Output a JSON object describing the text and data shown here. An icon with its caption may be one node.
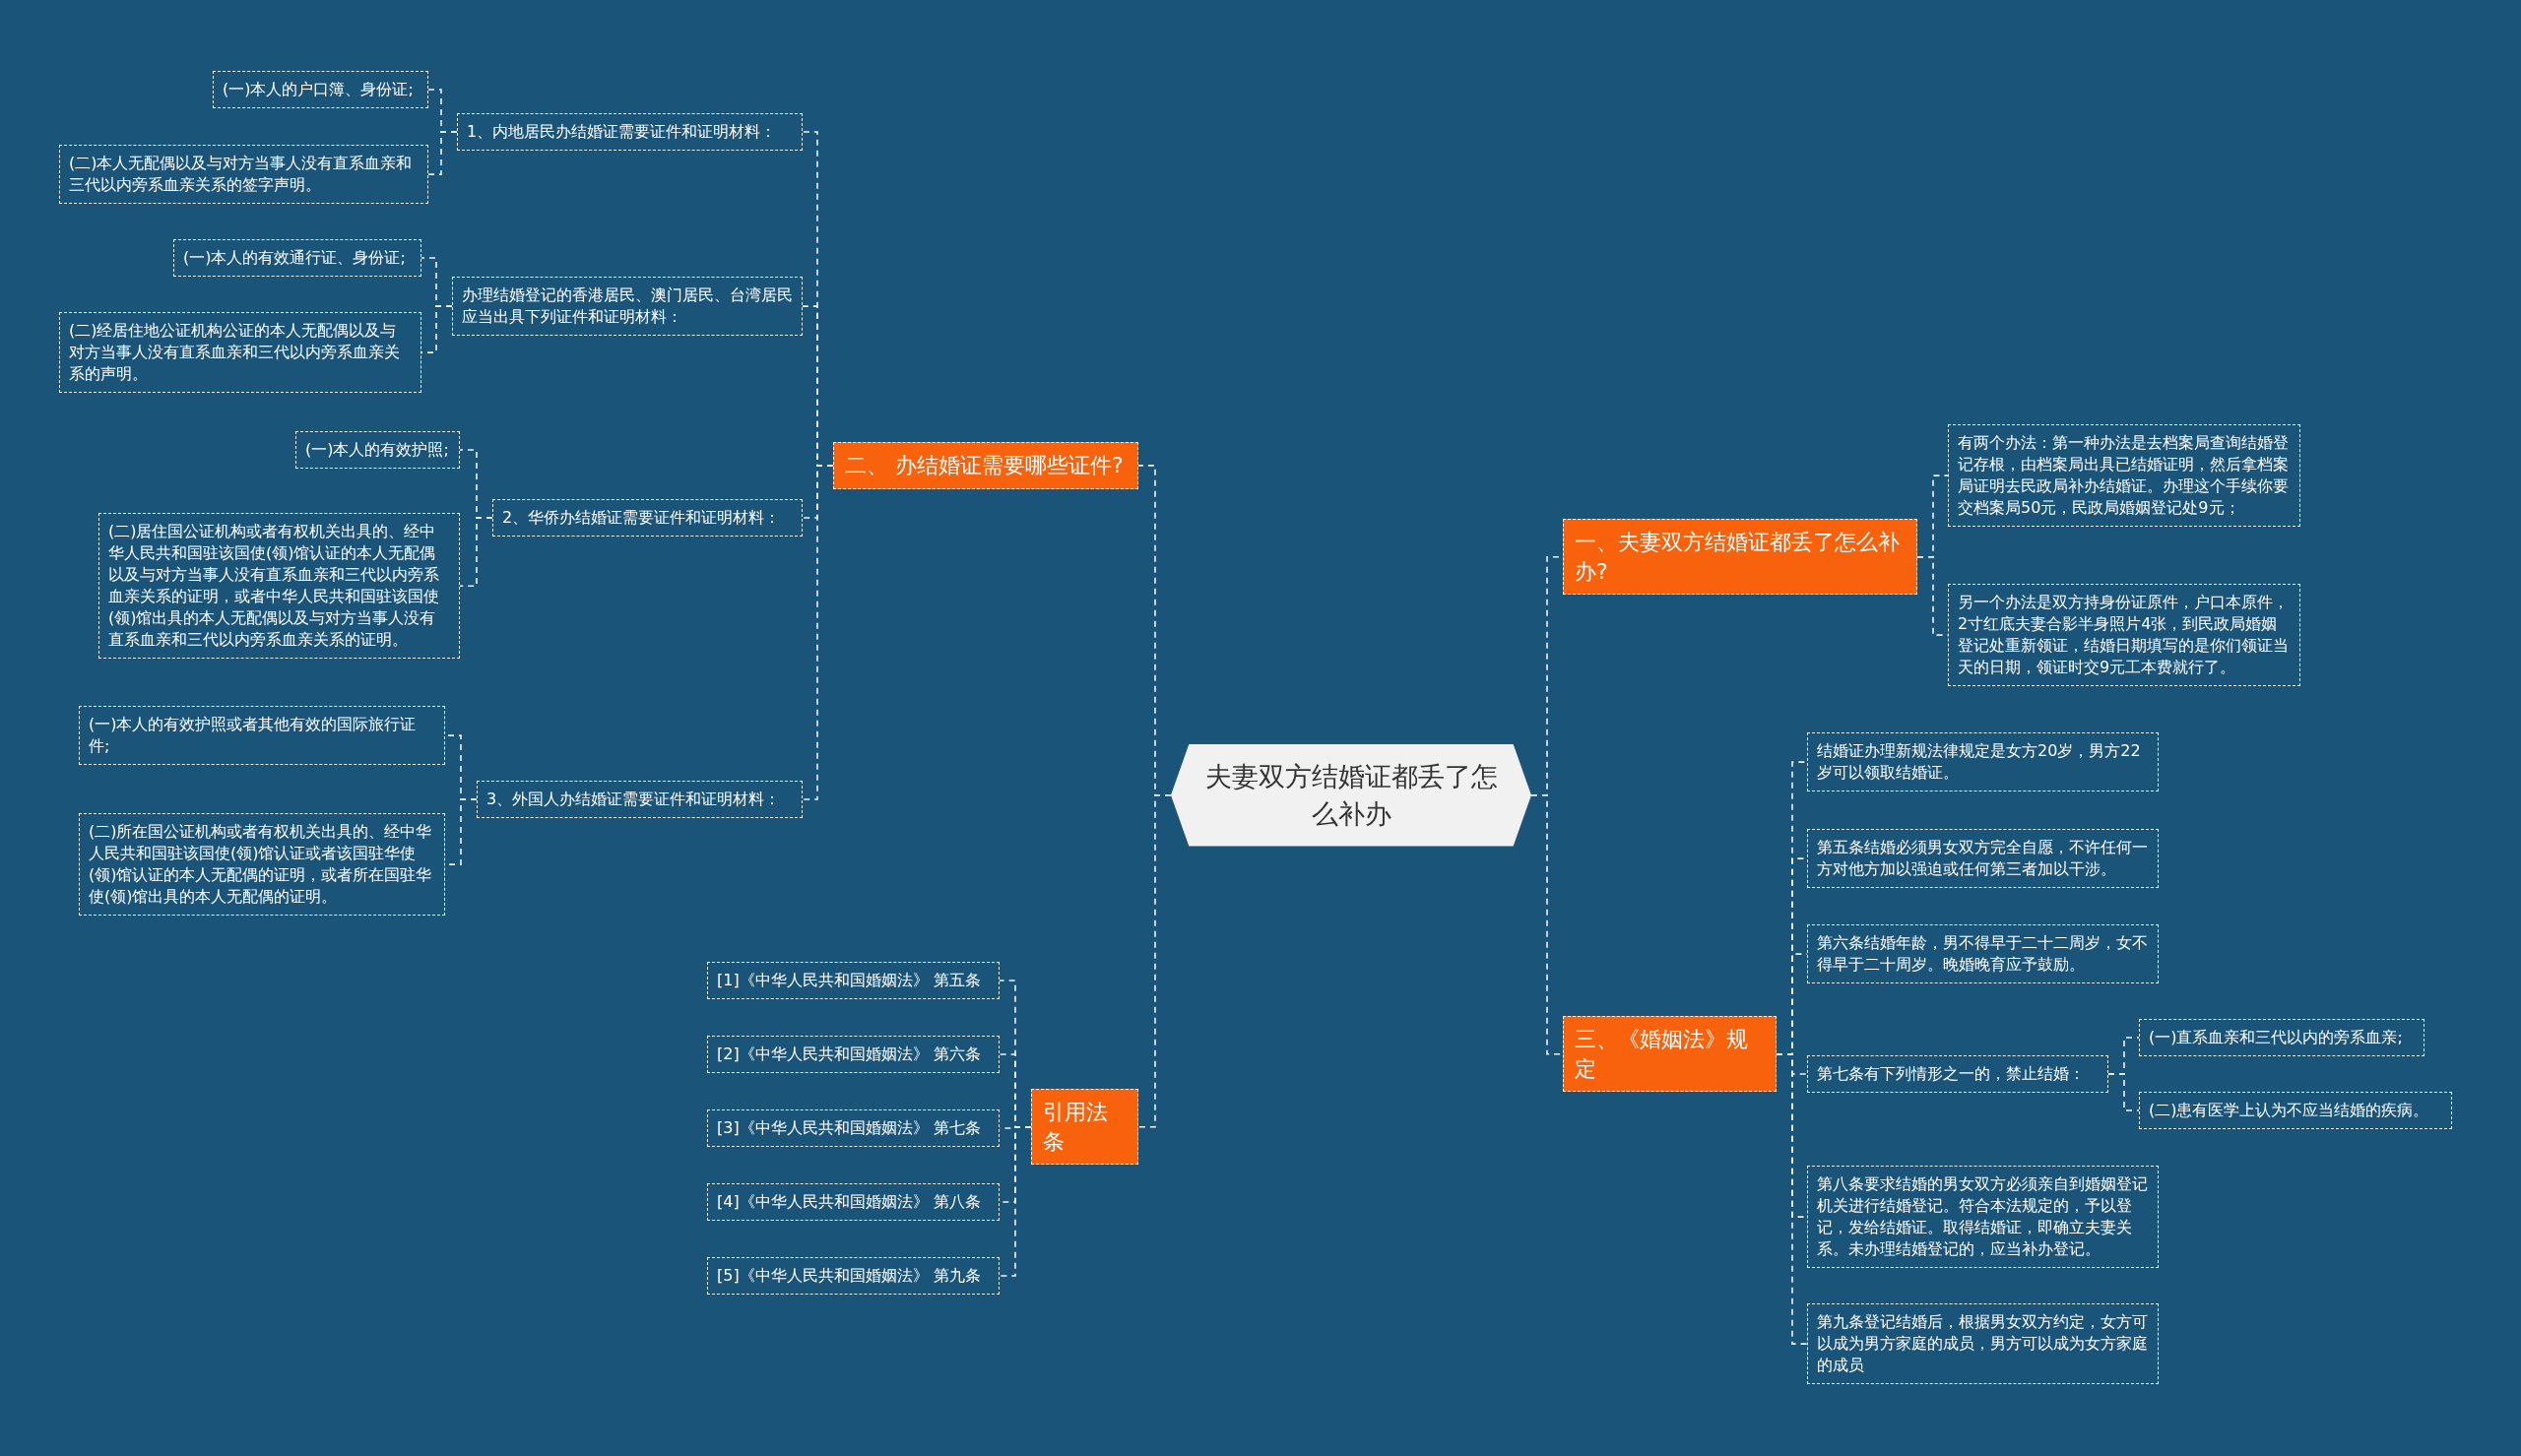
{
  "diagram": {
    "nodes": [
      {
        "text": [
          "夫妻双方结婚证都丢了怎么补办"
        ]
      },
      {
        "text": [
          "一、夫妻双方结婚证都丢了怎么补办?"
        ]
      },
      {
        "text": [
          "有两个办法：第一种办法是去档案局查询结婚登记存根，由档案局出具已结婚证明，然后拿档案局证明去民政局补办结婚证。办理这个手续你要交档案局50元，民政局婚姻登记处9元；"
        ]
      },
      {
        "text": [
          "另一个办法是双方持身份证原件，户口本原件，2寸红底夫妻合影半身照片4张，到民政局婚姻登记处重新领证，结婚日期填写的是你们领证当天的日期，领证时交9元工本费就行了。"
        ]
      },
      {
        "text": [
          "三、《婚姻法》规定"
        ]
      },
      {
        "text": [
          "结婚证办理新规法律规定是女方20岁，男方22岁可以领取结婚证。"
        ]
      },
      {
        "text": [
          "第五条结婚必须男女双方完全自愿，不许任何一方对他方加以强迫或任何第三者加以干涉。"
        ]
      },
      {
        "text": [
          "第六条结婚年龄，男不得早于二十二周岁，女不得早于二十周岁。晚婚晚育应予鼓励。"
        ]
      },
      {
        "text": [
          "第七条有下列情形之一的，禁止结婚："
        ]
      },
      {
        "text": [
          "(一)直系血亲和三代以内的旁系血亲;"
        ]
      },
      {
        "text": [
          "(二)患有医学上认为不应当结婚的疾病。"
        ]
      },
      {
        "text": [
          "第八条要求结婚的男女双方必须亲自到婚姻登记机关进行结婚登记。符合本法规定的，予以登记，发给结婚证。取得结婚证，即确立夫妻关系。未办理结婚登记的，应当补办登记。"
        ]
      },
      {
        "text": [
          "第九条登记结婚后，根据男女双方约定，女方可以成为男方家庭的成员，男方可以成为女方家庭的成员"
        ]
      },
      {
        "text": [
          "二、 办结婚证需要哪些证件?"
        ]
      },
      {
        "text": [
          "1、内地居民办结婚证需要证件和证明材料："
        ]
      },
      {
        "text": [
          "(一)本人的户口簿、身份证;"
        ]
      },
      {
        "text": [
          "(二)本人无配偶以及与对方当事人没有直系血亲和三代以内旁系血亲关系的签字声明。"
        ]
      },
      {
        "text": [
          "办理结婚登记的香港居民、澳门居民、台湾居民应当出具下列证件和证明材料："
        ]
      },
      {
        "text": [
          "(一)本人的有效通行证、身份证;"
        ]
      },
      {
        "text": [
          "(二)经居住地公证机构公证的本人无配偶以及与对方当事人没有直系血亲和三代以内旁系血亲关系的声明。"
        ]
      },
      {
        "text": [
          "2、华侨办结婚证需要证件和证明材料："
        ]
      },
      {
        "text": [
          "(一)本人的有效护照;"
        ]
      },
      {
        "text": [
          "(二)居住国公证机构或者有权机关出具的、经中华人民共和国驻该国使(领)馆认证的本人无配偶以及与对方当事人没有直系血亲和三代以内旁系血亲关系的证明，或者中华人民共和国驻该国使(领)馆出具的本人无配偶以及与对方当事人没有直系血亲和三代以内旁系血亲关系的证明。"
        ]
      },
      {
        "text": [
          "3、外国人办结婚证需要证件和证明材料："
        ]
      },
      {
        "text": [
          "(一)本人的有效护照或者其他有效的国际旅行证件;"
        ]
      },
      {
        "text": [
          "(二)所在国公证机构或者有权机关出具的、经中华人民共和国驻该国使(领)馆认证或者该国驻华使(领)馆认证的本人无配偶的证明，或者所在国驻华使(领)馆出具的本人无配偶的证明。"
        ]
      },
      {
        "text": [
          "引用法条"
        ]
      },
      {
        "text": [
          "[1]《中华人民共和国婚姻法》 第五条"
        ]
      },
      {
        "text": [
          "[2]《中华人民共和国婚姻法》 第六条"
        ]
      },
      {
        "text": [
          "[3]《中华人民共和国婚姻法》 第七条"
        ]
      },
      {
        "text": [
          "[4]《中华人民共和国婚姻法》 第八条"
        ]
      },
      {
        "text": [
          "[5]《中华人民共和国婚姻法》 第九条"
        ]
      }
    ],
    "edges": [
      {
        "from": 0,
        "to": 1,
        "arrow": "none",
        "style": "dashed"
      },
      {
        "from": 1,
        "to": 2,
        "arrow": "none",
        "style": "dashed"
      },
      {
        "from": 1,
        "to": 3,
        "arrow": "none",
        "style": "dashed"
      },
      {
        "from": 0,
        "to": 4,
        "arrow": "none",
        "style": "dashed"
      },
      {
        "from": 4,
        "to": 5,
        "arrow": "none",
        "style": "dashed"
      },
      {
        "from": 4,
        "to": 6,
        "arrow": "none",
        "style": "dashed"
      },
      {
        "from": 4,
        "to": 7,
        "arrow": "none",
        "style": "dashed"
      },
      {
        "from": 4,
        "to": 8,
        "arrow": "none",
        "style": "dashed"
      },
      {
        "from": 8,
        "to": 9,
        "arrow": "none",
        "style": "dashed"
      },
      {
        "from": 8,
        "to": 10,
        "arrow": "none",
        "style": "dashed"
      },
      {
        "from": 4,
        "to": 11,
        "arrow": "none",
        "style": "dashed"
      },
      {
        "from": 4,
        "to": 12,
        "arrow": "none",
        "style": "dashed"
      },
      {
        "from": 0,
        "to": 13,
        "arrow": "none",
        "style": "dashed"
      },
      {
        "from": 13,
        "to": 14,
        "arrow": "none",
        "style": "dashed"
      },
      {
        "from": 14,
        "to": 15,
        "arrow": "none",
        "style": "dashed"
      },
      {
        "from": 14,
        "to": 16,
        "arrow": "none",
        "style": "dashed"
      },
      {
        "from": 13,
        "to": 17,
        "arrow": "none",
        "style": "dashed"
      },
      {
        "from": 17,
        "to": 18,
        "arrow": "none",
        "style": "dashed"
      },
      {
        "from": 17,
        "to": 19,
        "arrow": "none",
        "style": "dashed"
      },
      {
        "from": 13,
        "to": 20,
        "arrow": "none",
        "style": "dashed"
      },
      {
        "from": 20,
        "to": 21,
        "arrow": "none",
        "style": "dashed"
      },
      {
        "from": 20,
        "to": 22,
        "arrow": "none",
        "style": "dashed"
      },
      {
        "from": 13,
        "to": 23,
        "arrow": "none",
        "style": "dashed"
      },
      {
        "from": 23,
        "to": 24,
        "arrow": "none",
        "style": "dashed"
      },
      {
        "from": 23,
        "to": 25,
        "arrow": "none",
        "style": "dashed"
      },
      {
        "from": 0,
        "to": 26,
        "arrow": "none",
        "style": "dashed"
      },
      {
        "from": 26,
        "to": 27,
        "arrow": "none",
        "style": "dashed"
      },
      {
        "from": 26,
        "to": 28,
        "arrow": "none",
        "style": "dashed"
      },
      {
        "from": 26,
        "to": 29,
        "arrow": "none",
        "style": "dashed"
      },
      {
        "from": 26,
        "to": 30,
        "arrow": "none",
        "style": "dashed"
      },
      {
        "from": 26,
        "to": 31,
        "arrow": "none",
        "style": "dashed"
      }
    ]
  }
}
